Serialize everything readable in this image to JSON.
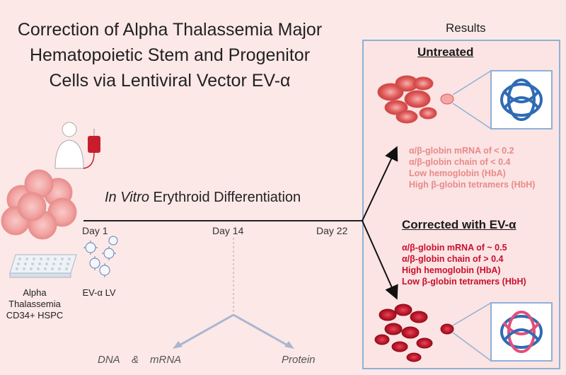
{
  "title": {
    "line1": "Correction of Alpha Thalassemia Major",
    "line2": "Hematopoietic Stem and Progenitor",
    "line3": "Cells via Lentiviral Vector EV-α"
  },
  "results_label": "Results",
  "timeline": {
    "label_italic": "In Vitro",
    "label_rest": " Erythroid Differentiation",
    "days": [
      "Day 1",
      "Day 14",
      "Day 22"
    ]
  },
  "inputs": {
    "hspc_line1": "Alpha Thalassemia",
    "hspc_line2": "CD34+ HSPC",
    "vector": "EV-α LV"
  },
  "branches": {
    "left_a": "DNA",
    "amp": "&",
    "left_b": "mRNA",
    "right": "Protein"
  },
  "untreated": {
    "title": "Untreated",
    "findings": [
      "α/β-globin mRNA of < 0.2",
      "α/β-globin chain of < 0.4",
      "Low hemoglobin (HbA)",
      "High β-globin tetramers (HbH)"
    ]
  },
  "corrected": {
    "title": "Corrected with EV-α",
    "findings": [
      "α/β-globin mRNA of ~ 0.5",
      "α/β-globin chain of > 0.4",
      "High hemoglobin (HbA)",
      "Low  β-globin tetramers (HbH)"
    ]
  },
  "colors": {
    "background": "#fce8e7",
    "panel_border": "#8fb0d8",
    "untreated_text": "#e88a8a",
    "corrected_text": "#c8102e",
    "globin_blue": "#2f6bb5",
    "globin_pink": "#e0507a"
  }
}
